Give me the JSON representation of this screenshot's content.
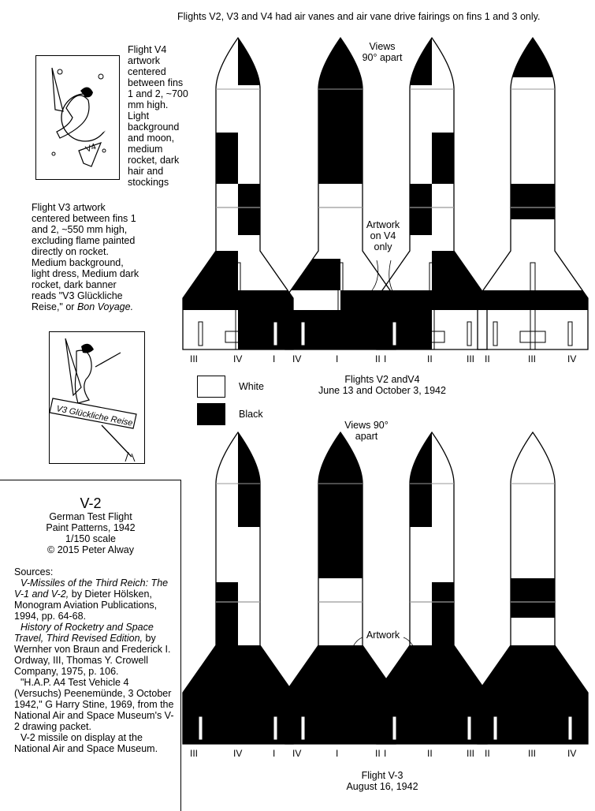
{
  "header_note": "Flights V2, V3 and V4 had air vanes and air vane drive fairings on fins 1 and 3 only.",
  "v4_artwork_note": [
    "Flight V4",
    "artwork",
    "centered",
    "between fins",
    "1 and 2, ~700",
    "mm high.",
    "Light",
    "background",
    "and moon,",
    "medium",
    "rocket, dark",
    "hair and",
    "stockings"
  ],
  "v4_artwork_tag": "V4",
  "v3_artwork_note": [
    "Flight V3 artwork",
    "centered between fins 1",
    "and 2, ~550 mm high,",
    "excluding flame painted",
    "directly on rocket.",
    "Medium background,",
    "light dress, Medium dark",
    "rocket, dark banner",
    "reads \"V3  Glückliche",
    "Reise,\" or "
  ],
  "v3_artwork_note_italic": "Bon Voyage.",
  "v3_artwork_banner": "V3 Glückliche Reise",
  "views_top": [
    "Views",
    "90° apart"
  ],
  "artwork_v4_only": [
    "Artwork",
    "on V4",
    "only"
  ],
  "views_bottom": [
    "Views 90°",
    "apart"
  ],
  "artwork_bottom": "Artwork",
  "fin_labels_row": [
    [
      "III",
      "IV",
      "I"
    ],
    [
      "IV",
      "I",
      "II"
    ],
    [
      "I",
      "II",
      "III"
    ],
    [
      "II",
      "III",
      "IV"
    ]
  ],
  "legend": [
    {
      "label": "White",
      "color": "#ffffff"
    },
    {
      "label": "Black",
      "color": "#000000"
    }
  ],
  "caption_top": [
    "Flights V2 andV4",
    "June 13 and October 3, 1942"
  ],
  "caption_bottom": [
    "Flight V-3",
    "August 16, 1942"
  ],
  "title_block": {
    "title": "V-2",
    "lines": [
      "German Test Flight",
      "Paint Patterns, 1942",
      "1/150 scale",
      "© 2015 Peter Alway"
    ]
  },
  "sources": {
    "heading": "Sources:",
    "s1_italic": "V-Missiles of the Third Reich: The V-1 and V-2,",
    "s1_rest": " by Dieter Hölsken, Monogram Aviation Publications, 1994, pp. 64-68.",
    "s2_italic": "History of Rocketry and Space Travel, Third Revised Edition,",
    "s2_rest": " by Wernher von Braun and Frederick I. Ordway, III, Thomas Y. Crowell Company, 1975, p. 106.",
    "s3": "\"H.A.P. A4 Test Vehicle 4 (Versuchs) Peenemünde, 3 October 1942,\" G Harry Stine, 1969, from the National Air and Space Museum's V-2 drawing packet.",
    "s4": "V-2 missile on display at the National Air and Space Museum."
  },
  "colors": {
    "ink": "#000000",
    "paper": "#ffffff"
  }
}
